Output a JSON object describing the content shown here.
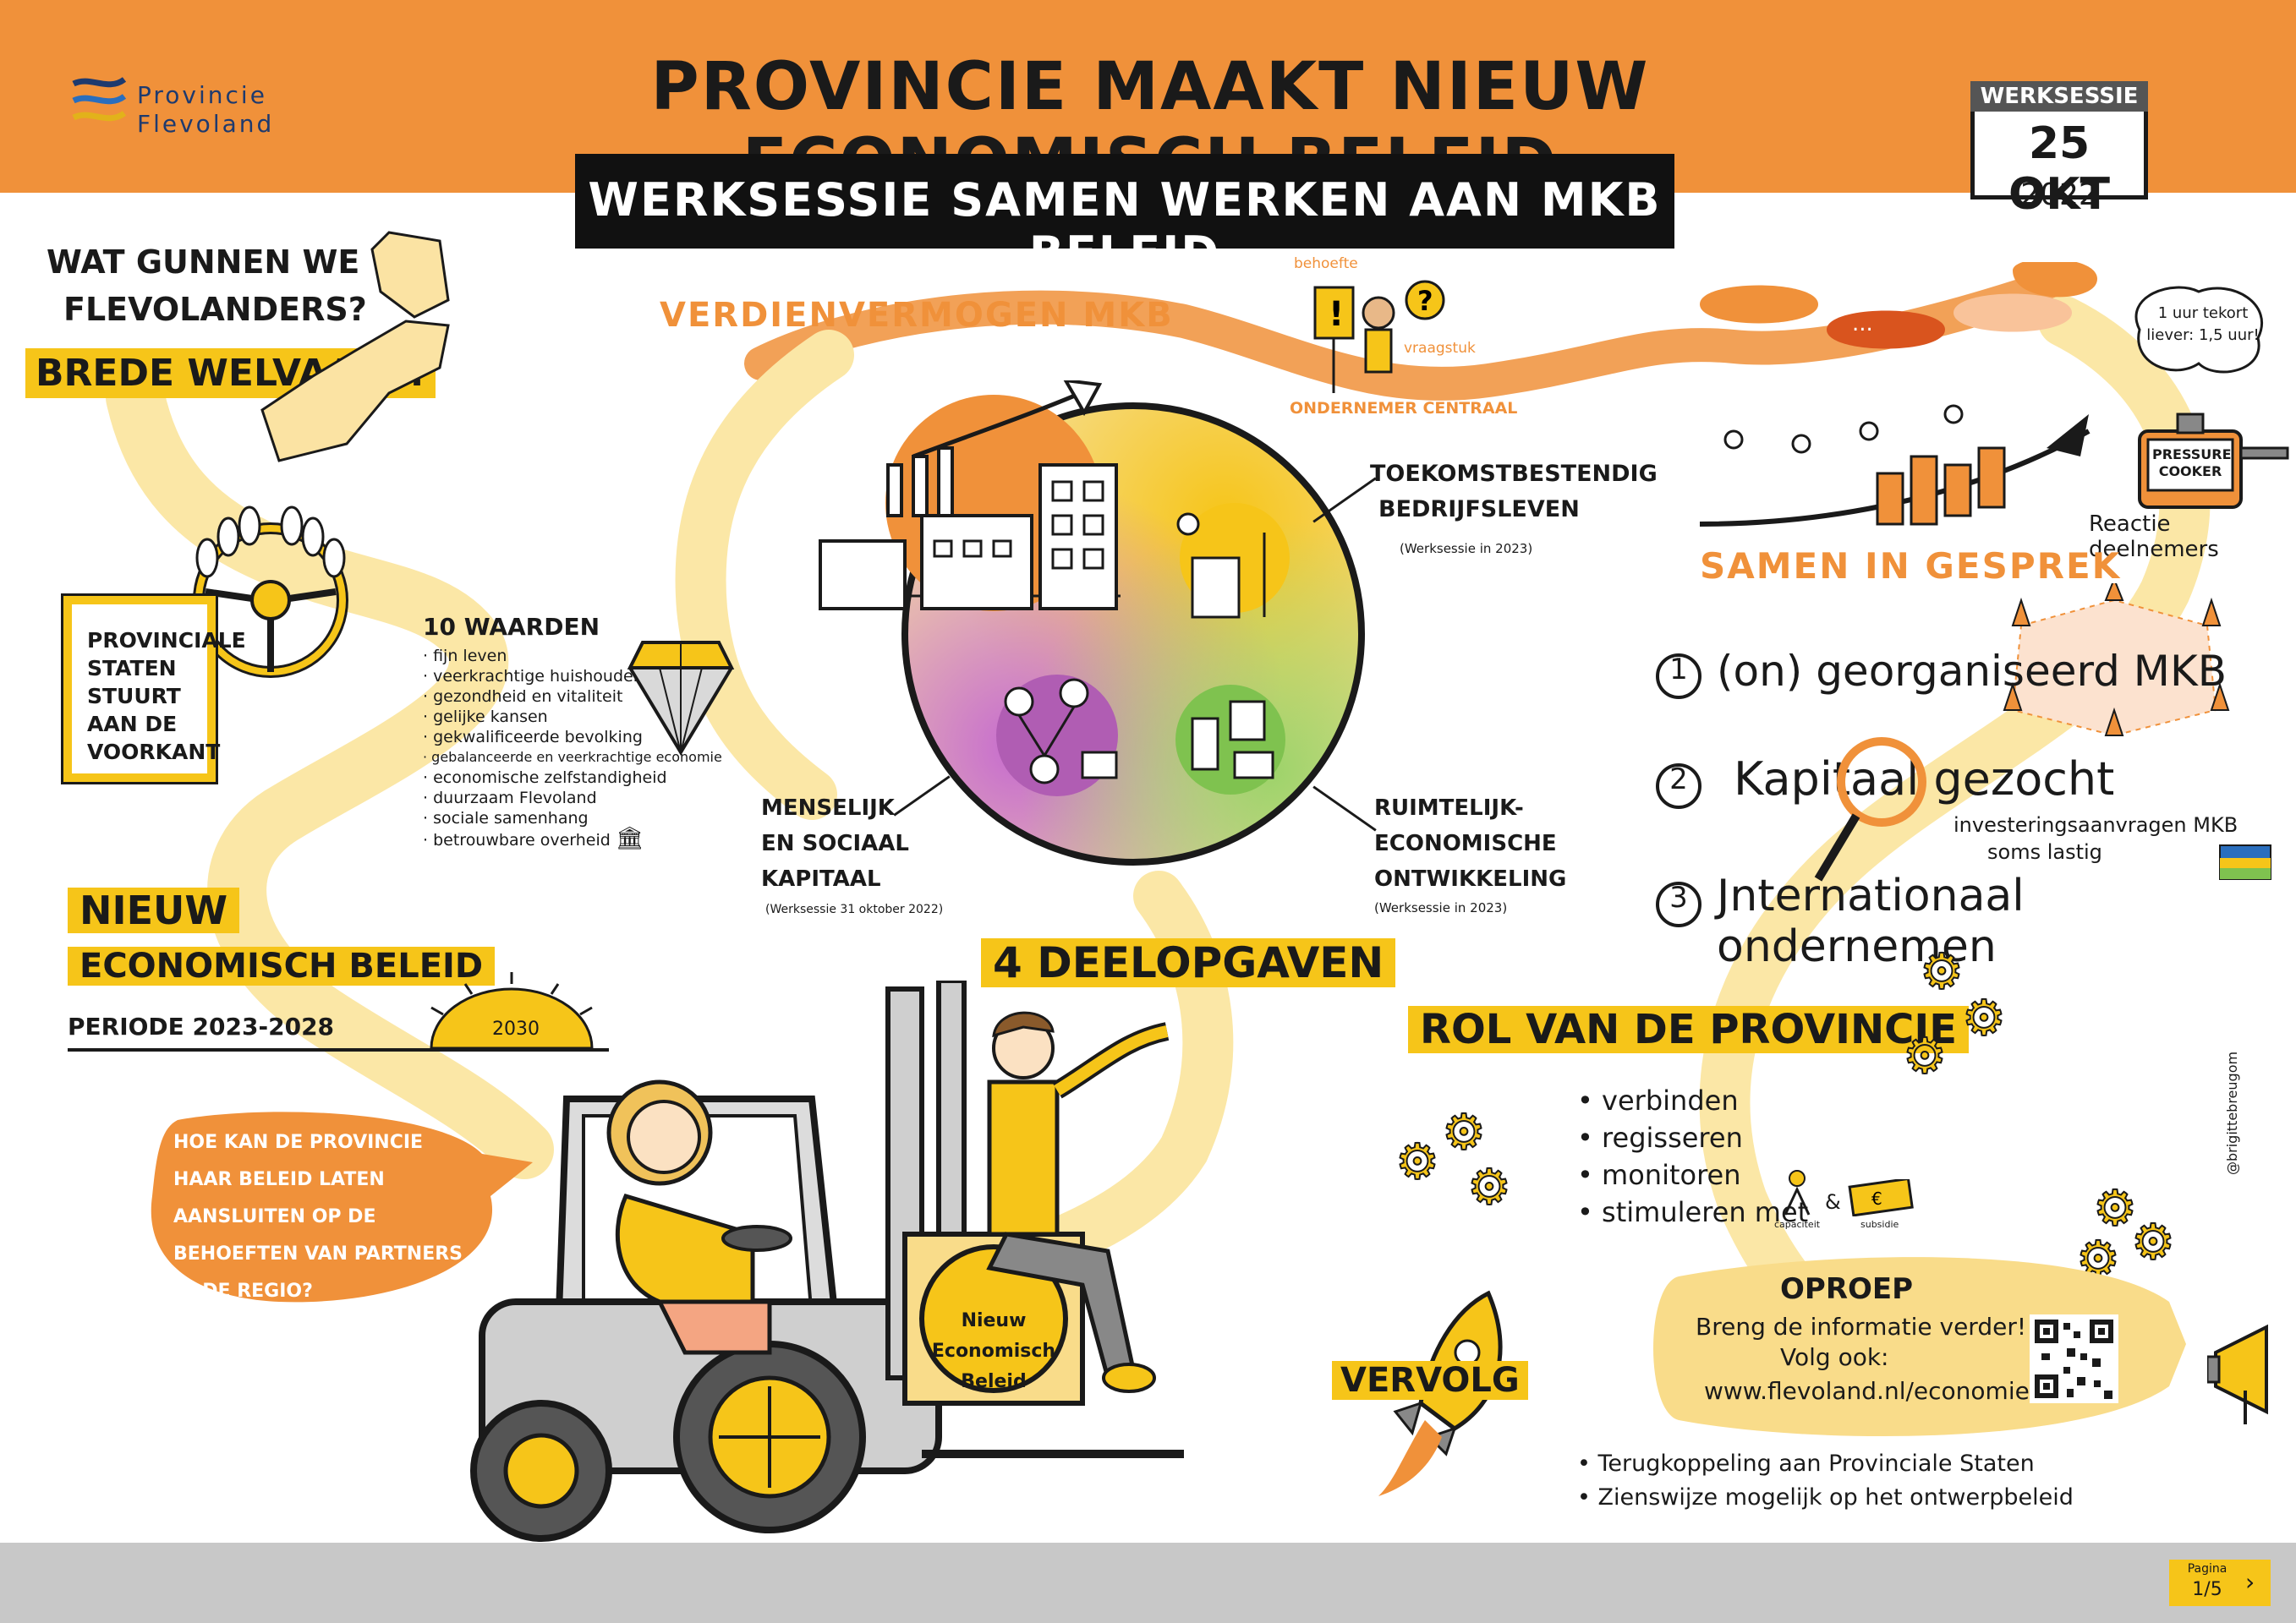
{
  "logo": {
    "line1": "Provincie",
    "line2": "Flevoland"
  },
  "title": "PROVINCIE MAAKT NIEUW ECONOMISCH BELEID",
  "banner": "WERKSESSIE SAMEN WERKEN AAN MKB BELEID",
  "calendar": {
    "label": "WERKSESSIE",
    "day": "25 OKT",
    "year": "2022"
  },
  "left": {
    "question_line1": "WAT GUNNEN WE",
    "question_line2": "FLEVOLANDERS?",
    "brede": "BREDE WELVAART!",
    "sign": [
      "PROVINCIALE",
      "STATEN",
      "STUURT",
      "AAN DE",
      "VOORKANT"
    ],
    "waarden_title": "10 WAARDEN",
    "waarden": [
      "fijn leven",
      "veerkrachtige huishoudens",
      "gezondheid en vitaliteit",
      "gelijke kansen",
      "gekwalificeerde bevolking",
      "gebalanceerde en veerkrachtige economie",
      "economische zelfstandigheid",
      "duurzaam Flevoland",
      "sociale samenhang",
      "betrouwbare overheid"
    ],
    "nieuw": "NIEUW",
    "economisch_beleid": "ECONOMISCH BELEID",
    "periode": "PERIODE 2023-2028",
    "sun_year": "2030",
    "bubble": [
      "HOE KAN DE PROVINCIE",
      "HAAR BELEID LATEN",
      "AANSLUITEN OP DE",
      "BEHOEFTEN VAN PARTNERS",
      "IN DE REGIO?"
    ]
  },
  "center": {
    "verdienvermogen": "VERDIENVERMOGEN MKB",
    "behoefte": "behoefte",
    "vraagstuk": "vraagstuk",
    "ondernemer": "ONDERNEMER CENTRAAL",
    "toekomst_line1": "TOEKOMSTBESTENDIG",
    "toekomst_line2": "BEDRIJFSLEVEN",
    "toekomst_note": "(Werksessie in 2023)",
    "menselijk": [
      "MENSELIJK",
      "EN SOCIAAL",
      "KAPITAAL"
    ],
    "menselijk_note": "(Werksessie 31 oktober 2022)",
    "ruimtelijk": [
      "RUIMTELIJK-",
      "ECONOMISCHE",
      "ONTWIKKELING"
    ],
    "ruimtelijk_note": "(Werksessie in 2023)",
    "deelopgaven": "4 DEELOPGAVEN",
    "box": [
      "Nieuw",
      "Economisch",
      "Beleid"
    ]
  },
  "right": {
    "pressure_bubble": [
      "1 uur tekort",
      "liever: 1,5 uur!"
    ],
    "pressure_cooker": [
      "PRESSURE",
      "COOKER"
    ],
    "reactie": "Reactie deelnemers",
    "samen": "SAMEN IN GESPREK",
    "dots": "...",
    "item1": "(on) georganiseerd MKB",
    "item2": "Kapitaal gezocht",
    "item2_sub1": "investeringsaanvragen MKB",
    "item2_sub2": "soms lastig",
    "item3": "Jnternationaal ondernemen",
    "n1": "1",
    "n2": "2",
    "n3": "3",
    "rol": "ROL VAN DE PROVINCIE",
    "rol_items": [
      "verbinden",
      "regisseren",
      "monitoren",
      "stimuleren met"
    ],
    "capaciteit": "capaciteit",
    "amp": "&",
    "subsidie": "subsidie",
    "credit": "@brigittebreugom",
    "oproep_title": "OPROEP",
    "oproep_line1": "Breng de informatie verder!",
    "oproep_line2": "Volg ook:",
    "oproep_url": "www.flevoland.nl/economie",
    "vervolg": "VERVOLG",
    "vervolg_items": [
      "Terugkoppeling aan Provinciale Staten",
      "Zienswijze mogelijk op het ontwerpbeleid"
    ]
  },
  "pager": {
    "label": "Pagina",
    "value": "1/5"
  },
  "colors": {
    "orange": "#f0913a",
    "yellow": "#f6c519",
    "dark": "#1a1a1a",
    "grey": "#c8c8c8",
    "green": "#9dd36a",
    "purple": "#b05db3"
  },
  "icons": [
    "steering-wheel-icon",
    "diamond-icon",
    "factory-icon",
    "rocket-icon",
    "gear-icon",
    "megaphone-icon",
    "qr-code-icon",
    "magnifier-icon",
    "forklift-icon",
    "flevoland-flag-icon"
  ]
}
